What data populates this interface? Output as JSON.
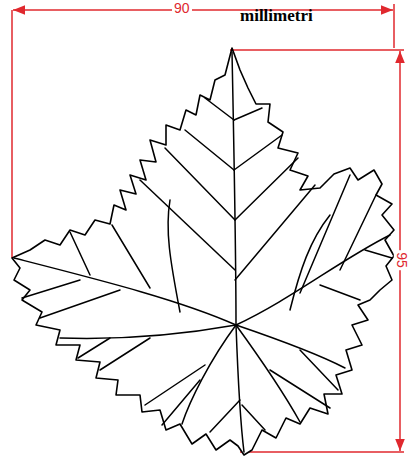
{
  "diagram": {
    "labels": [
      "millimetri",
      "90",
      "95"
    ]
  }
}
